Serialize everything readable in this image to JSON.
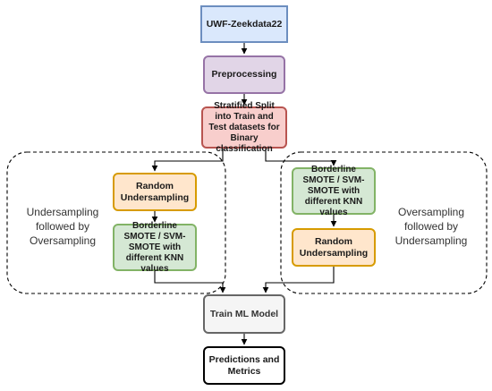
{
  "nodes": {
    "dataset": "UWF-Zeekdata22",
    "preprocessing": "Preprocessing",
    "split": "Stratified Split into Train and Test datasets for Binary classification",
    "left_random_undersampling": "Random Undersampling",
    "left_smote": "Borderline SMOTE / SVM-SMOTE with different KNN values",
    "right_smote": "Borderline SMOTE / SVM-SMOTE with different KNN values",
    "right_random_undersampling": "Random Undersampling",
    "train_model": "Train ML Model",
    "predictions": "Predictions and Metrics"
  },
  "groups": {
    "left_label": "Undersampling followed by Oversampling",
    "right_label": "Oversampling followed by Undersampling"
  },
  "colors": {
    "blue_fill": "#dae8fc",
    "purple_fill": "#e1d5e7",
    "red_fill": "#f8cecc",
    "orange_fill": "#ffe6cc",
    "green_fill": "#d5e8d4",
    "grey_fill": "#f5f5f5",
    "edge": "#000000"
  }
}
